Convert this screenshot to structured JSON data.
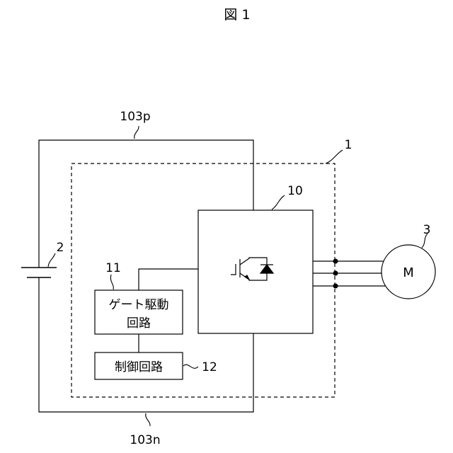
{
  "figure": {
    "title": "図 1"
  },
  "labels": {
    "positive_line": "103p",
    "negative_line": "103n",
    "power_converter": "1",
    "dc_source": "2",
    "motor_ref": "3",
    "inverter_module": "10",
    "gate_driver_ref": "11",
    "control_circuit_ref": "12"
  },
  "blocks": {
    "gate_driver_line1": "ゲート駆動",
    "gate_driver_line2": "回路",
    "control_circuit": "制御回路",
    "motor": "M"
  }
}
